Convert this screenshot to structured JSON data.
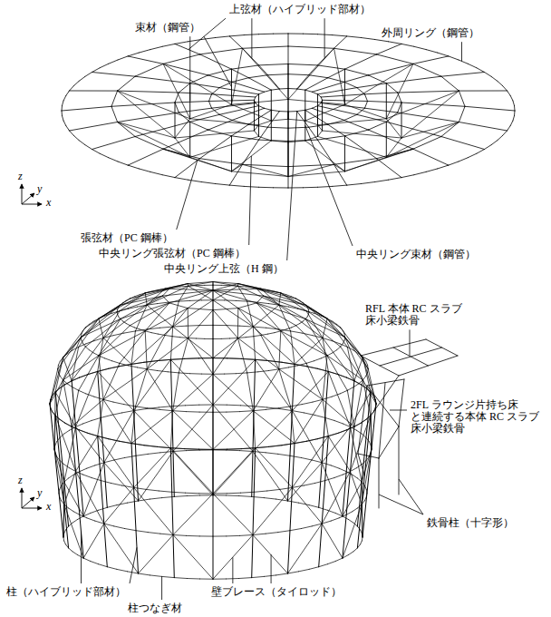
{
  "diagram": {
    "labels": [
      "束材（鋼管）",
      "上弦材（ハイブリッド部材）",
      "外周リング（鋼管）",
      "z",
      "y",
      "x",
      "張弦材（PC 鋼棒）",
      "中央リング張弦材（PC 鋼棒）",
      "中央リング上弦（H 鋼）",
      "中央リング束材（鋼管）",
      "RFL 本体 RC スラブ 床小梁鉄骨",
      "2FL ラウンジ片持ち床 と連続する本体 RC スラブ 床小梁鉄骨",
      "z",
      "y",
      "x",
      "鉄骨柱（十字形）",
      "柱（ハイブリッド部材）",
      "壁ブレース（タイロッド）",
      "柱つなぎ材"
    ]
  }
}
